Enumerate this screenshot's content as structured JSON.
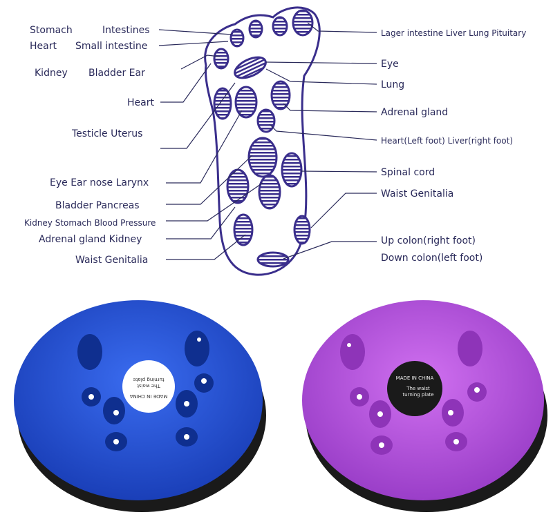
{
  "left_labels": [
    "Stomach",
    "Intestines",
    "Heart",
    "Small intestine",
    "Kidney",
    "Bladder  Ear",
    "Heart",
    "Testicle  Uterus",
    "Eye Ear nose Larynx",
    "Bladder  Pancreas",
    "Kidney Stomach Blood Pressure",
    "Adrenal gland  Kidney",
    "Waist  Genitalia"
  ],
  "right_labels": [
    "Lager intestine Liver Lung Pituitary",
    "Eye",
    "Lung",
    "Adrenal gland",
    "Heart(Left foot) Liver(right foot)",
    "Spinal cord",
    "Waist    Genitalia",
    "Up colon(right foot)",
    "Down colon(left foot)"
  ],
  "discs": [
    {
      "color": "#1f4fd6",
      "sticker_line1": "MADE IN CHINA",
      "sticker_line2": "The waist",
      "sticker_line3": "turning plate",
      "sticker_color": "#ffffff"
    },
    {
      "color": "#b34fd9",
      "sticker_line1": "MADE IN CHINA",
      "sticker_line2": "The waist",
      "sticker_line3": "turning plate",
      "sticker_color": "#1a1a1a"
    }
  ],
  "colors": {
    "diagram_ink": "#3a2e8c",
    "label_ink": "#2a2a5a"
  }
}
